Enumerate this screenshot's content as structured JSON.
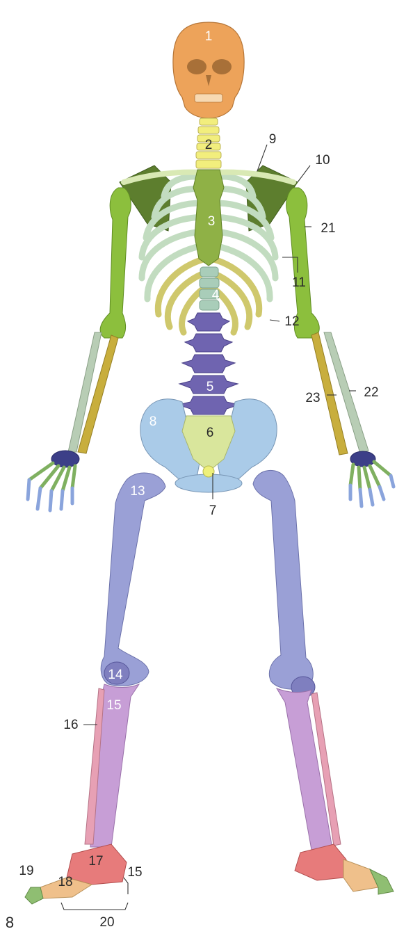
{
  "labels": {
    "l1": "1",
    "l2": "2",
    "l3": "3",
    "l4": "4",
    "l5": "5",
    "l6": "6",
    "l7": "7",
    "l8": "8",
    "l9": "9",
    "l10": "10",
    "l11": "11",
    "l12": "12",
    "l13": "13",
    "l14": "14",
    "l15": "15",
    "l15b": "15",
    "l16": "16",
    "l17": "17",
    "l18": "18",
    "l19": "19",
    "l20": "20",
    "l21": "21",
    "l22": "22",
    "l23": "23"
  },
  "page_marker": "8",
  "colors": {
    "skull": "#eda35a",
    "cervical": "#f2ee7d",
    "sternum": "#8fb146",
    "thoracic": "#a9cdb9",
    "lumbar": "#6f64b0",
    "sacrum": "#d9e69c",
    "coccyx": "#eef07a",
    "pelvis": "#aacbe8",
    "clavicle": "#d9e9b4",
    "scapula": "#5d7e2e",
    "true_ribs": "#c2dcc0",
    "false_ribs": "#cfc86c",
    "femur": "#9aa0d6",
    "patella": "#7f7fbf",
    "tibia": "#c79ed6",
    "fibula": "#e7a0b4",
    "tarsals": "#e77b7b",
    "metatarsals": "#efc08b",
    "phalanges_foot": "#8fbe72",
    "humerus": "#8cbf3d",
    "ulna": "#b8cdb5",
    "radius": "#c8ae3d",
    "carpals": "#3c3f88",
    "metacarpals": "#7fb060",
    "phalanges_hand": "#8aa4dc"
  }
}
